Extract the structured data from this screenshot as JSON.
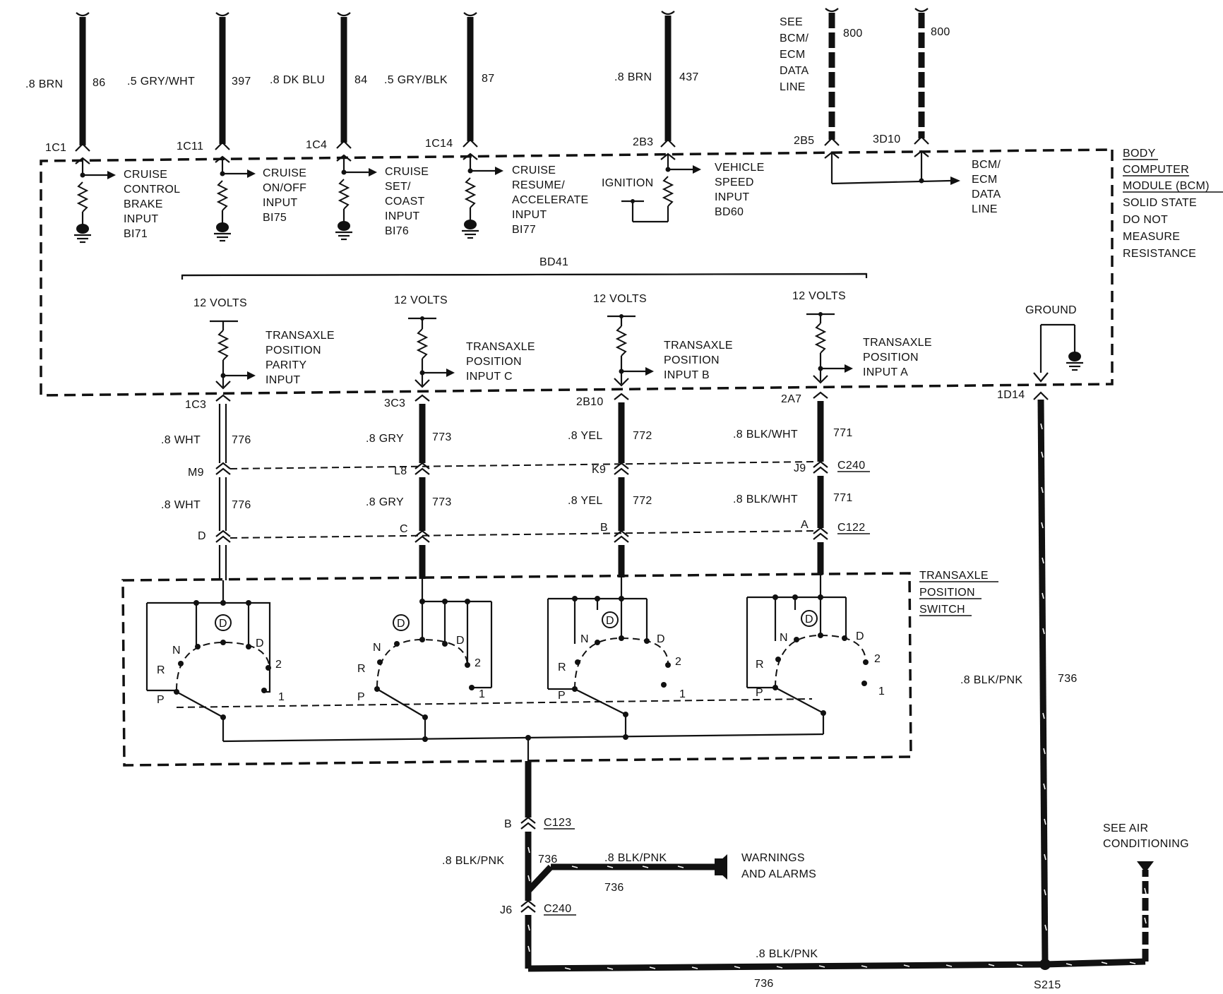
{
  "top_inputs": [
    {
      "gauge_color": ".8 BRN",
      "circuit": "86",
      "pin": "1C1",
      "label": [
        "CRUISE",
        "CONTROL",
        "BRAKE",
        "INPUT",
        "BI71"
      ]
    },
    {
      "gauge_color": ".5 GRY/WHT",
      "circuit": "397",
      "pin": "1C11",
      "label": [
        "CRUISE",
        "ON/OFF",
        "INPUT",
        "BI75"
      ]
    },
    {
      "gauge_color": ".8 DK BLU",
      "circuit": "84",
      "pin": "1C4",
      "label": [
        "CRUISE",
        "SET/",
        "COAST",
        "INPUT",
        "BI76"
      ]
    },
    {
      "gauge_color": ".5 GRY/BLK",
      "circuit": "87",
      "pin": "1C14",
      "label": [
        "CRUISE",
        "RESUME/",
        "ACCELERATE",
        "INPUT",
        "BI77"
      ]
    },
    {
      "gauge_color": ".8 BRN",
      "circuit": "437",
      "pin": "2B3",
      "label": [
        "VEHICLE",
        "SPEED",
        "INPUT",
        "BD60"
      ]
    }
  ],
  "ignition_label": "IGNITION",
  "data_line": {
    "see_label": [
      "SEE",
      "BCM/",
      "ECM",
      "DATA",
      "LINE"
    ],
    "circuit_1": "800",
    "circuit_2": "800",
    "pin_1": "2B5",
    "pin_2": "3D10",
    "label": [
      "BCM/",
      "ECM",
      "DATA",
      "LINE"
    ]
  },
  "bcm": {
    "name_lines": [
      "BODY",
      "COMPUTER",
      "MODULE (BCM)"
    ],
    "note_lines": [
      "SOLID STATE",
      "DO NOT",
      "MEASURE",
      "RESISTANCE"
    ]
  },
  "bd41_label": "BD41",
  "transaxle_inputs": [
    {
      "volts": "12 VOLTS",
      "label": [
        "TRANSAXLE",
        "POSITION",
        "PARITY",
        "INPUT"
      ],
      "pin": "1C3",
      "gauge_color_1": ".8 WHT",
      "circuit_1": "776",
      "c240_pin": "M9",
      "gauge_color_2": ".8 WHT",
      "circuit_2": "776",
      "c122_pin": "D"
    },
    {
      "volts": "12 VOLTS",
      "label": [
        "TRANSAXLE",
        "POSITION",
        "INPUT C"
      ],
      "pin": "3C3",
      "gauge_color_1": ".8 GRY",
      "circuit_1": "773",
      "c240_pin": "L8",
      "gauge_color_2": ".8 GRY",
      "circuit_2": "773",
      "c122_pin": "C"
    },
    {
      "volts": "12 VOLTS",
      "label": [
        "TRANSAXLE",
        "POSITION",
        "INPUT B"
      ],
      "pin": "2B10",
      "gauge_color_1": ".8 YEL",
      "circuit_1": "772",
      "c240_pin": "K9",
      "gauge_color_2": ".8 YEL",
      "circuit_2": "772",
      "c122_pin": "B"
    },
    {
      "volts": "12 VOLTS",
      "label": [
        "TRANSAXLE",
        "POSITION",
        "INPUT A"
      ],
      "pin": "2A7",
      "gauge_color_1": ".8 BLK/WHT",
      "circuit_1": "771",
      "c240_pin": "J9",
      "gauge_color_2": ".8 BLK/WHT",
      "circuit_2": "771",
      "c122_pin": "A"
    }
  ],
  "ground": {
    "label": "GROUND",
    "pin": "1D14"
  },
  "connectors": {
    "c240": "C240",
    "c122": "C122",
    "c123": "C123"
  },
  "switch": {
    "title": [
      "TRANSAXLE",
      "POSITION",
      "SWITCH"
    ],
    "positions": {
      "p": "P",
      "r": "R",
      "n": "N",
      "d_circle": "D",
      "d": "D",
      "two": "2",
      "one": "1"
    }
  },
  "bottom": {
    "c123_pin": "B",
    "c240_pin": "J6",
    "left_gauge_color": ".8 BLK/PNK",
    "left_circuit": "736",
    "branch_gauge_color": ".8 BLK/PNK",
    "branch_circuit": "736",
    "warnings_label": [
      "WARNINGS",
      "AND ALARMS"
    ],
    "bottom_gauge_color": ".8 BLK/PNK",
    "bottom_circuit": "736",
    "right_gauge_color": ".8 BLK/PNK",
    "right_circuit": "736",
    "splice": "S215",
    "see_ac_label": [
      "SEE AIR",
      "CONDITIONING"
    ]
  }
}
